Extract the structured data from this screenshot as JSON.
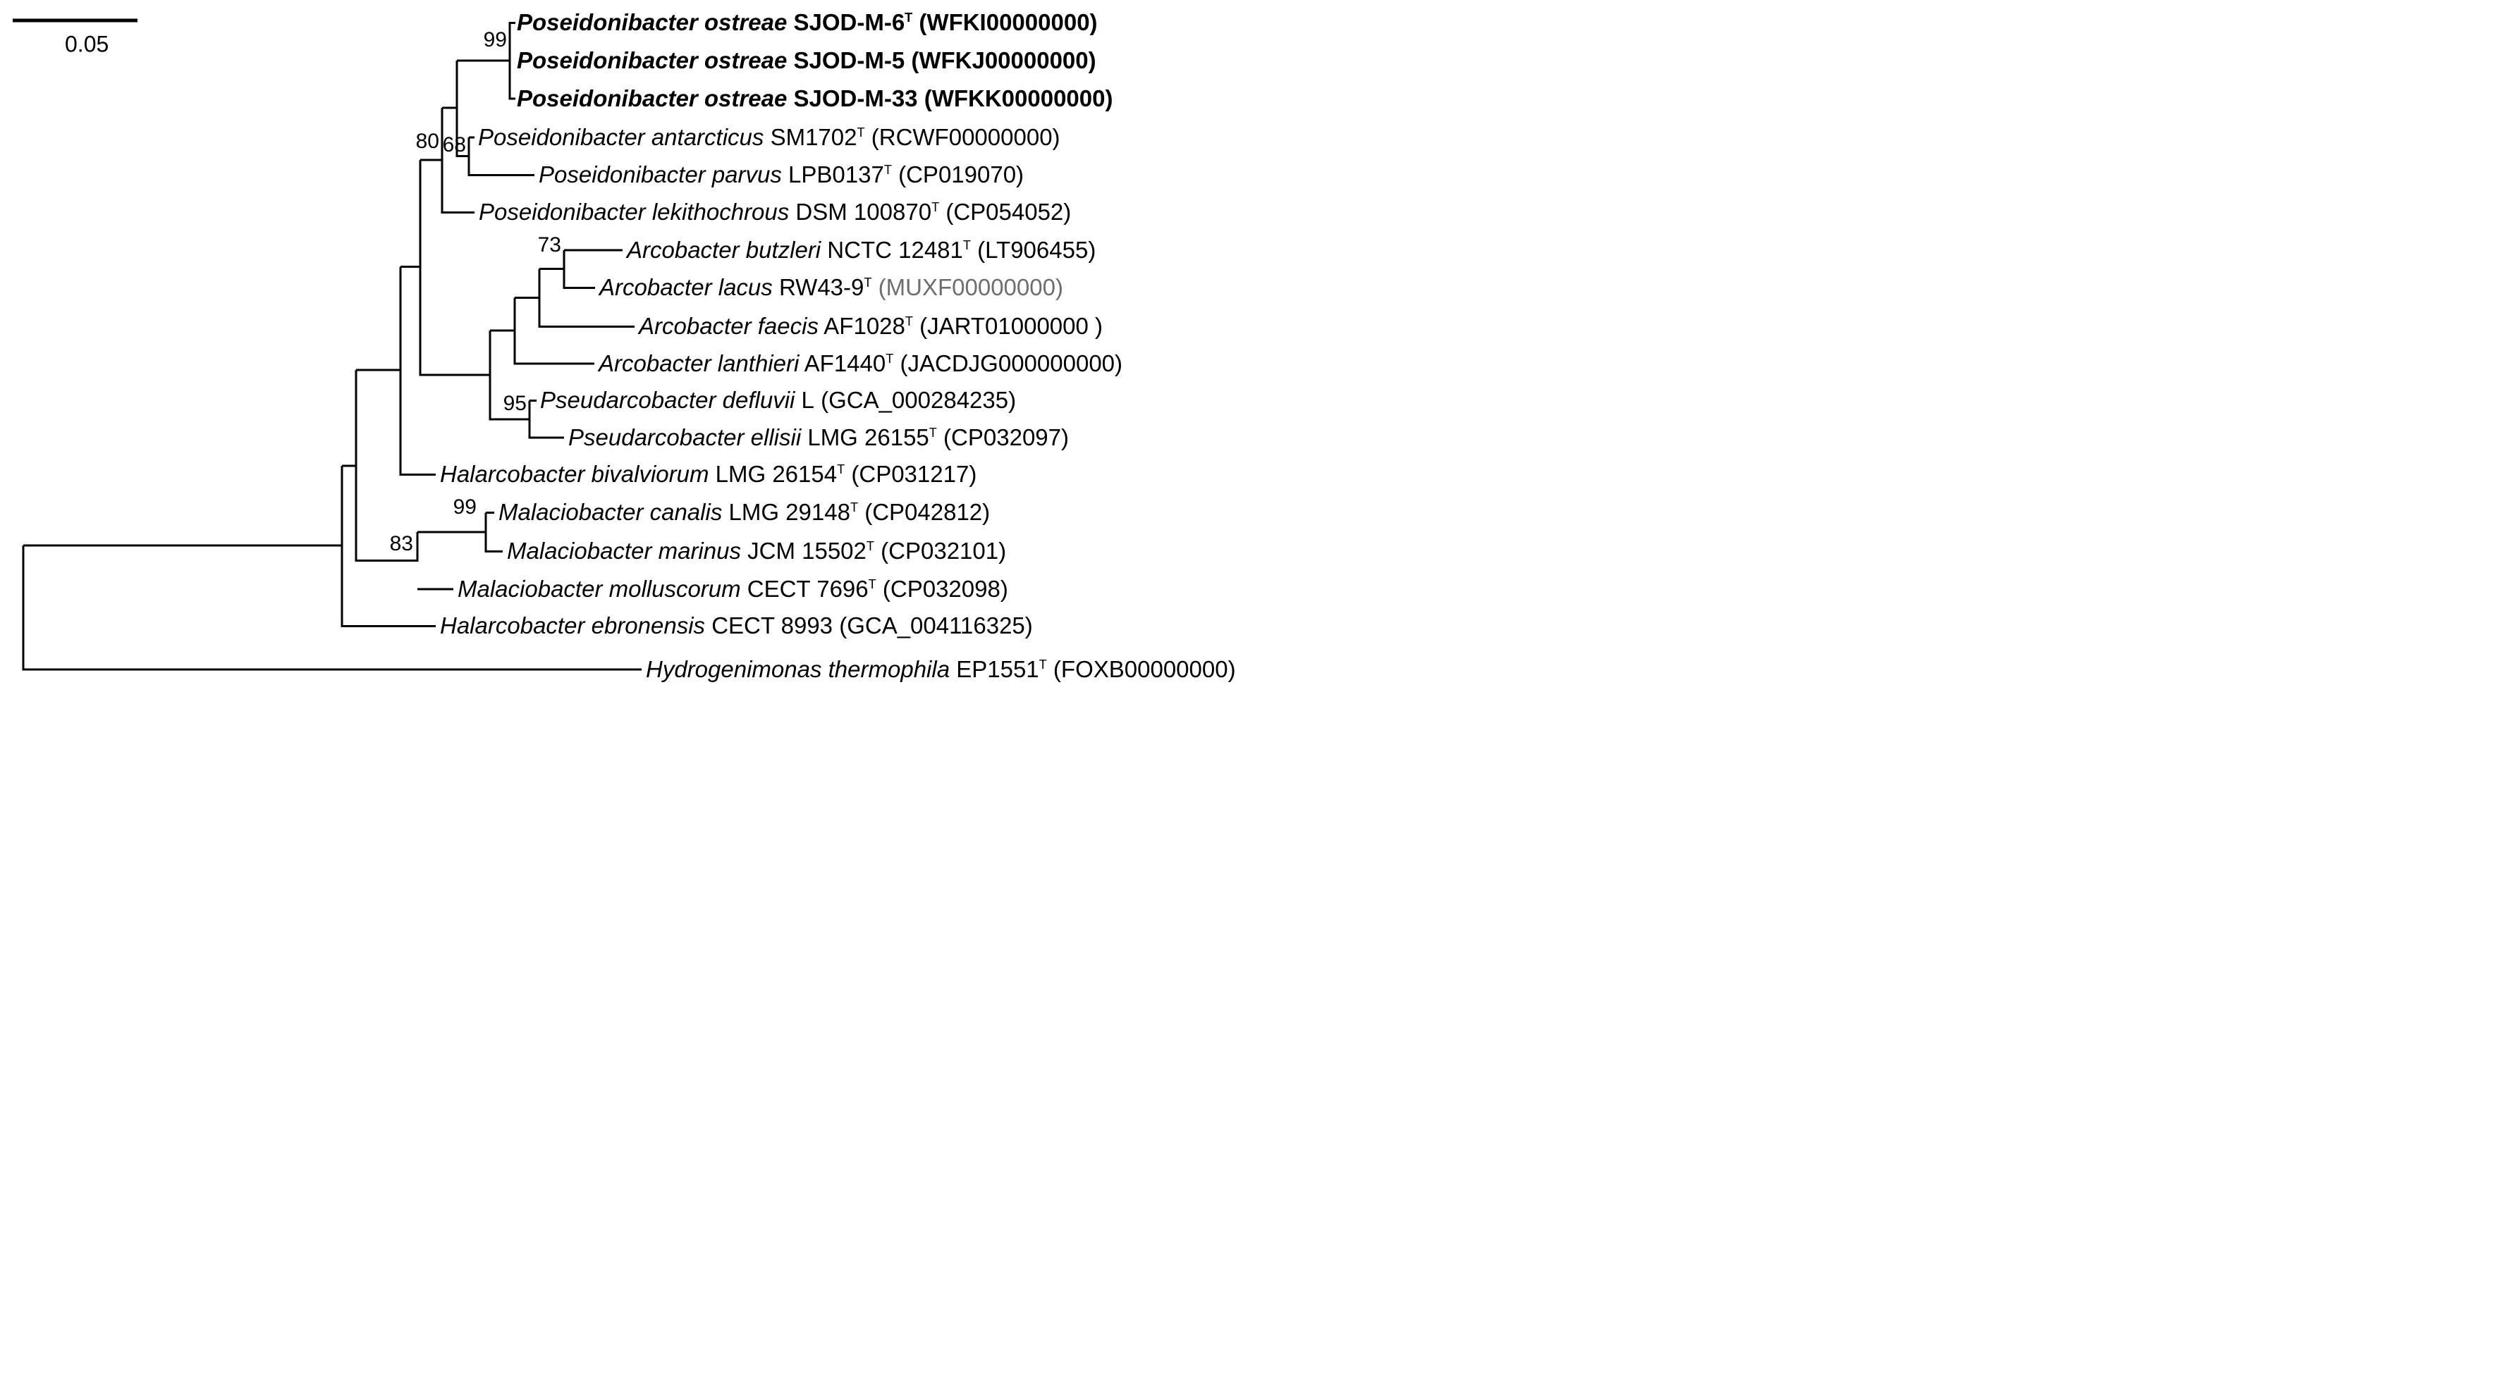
{
  "figure": {
    "kind": "phylogenetic tree (rectangular cladogram, rooted, bootstrap values at nodes)",
    "scale_bar_label": "0.05"
  },
  "colors": {
    "line": "#000000",
    "text": "#000000",
    "muted_accession": "#6e6e6e"
  },
  "bootstrap": {
    "ostreae_clade": "99",
    "poseidonibacter_clade": "80",
    "antarcticus_parvus": "68",
    "butzleri_lacus": "73",
    "pseudarcobacter_clade": "95",
    "canalis_marinus": "99",
    "malaciobacter_clade": "83"
  },
  "taxa": [
    {
      "species": "Poseidonibacter ostreae",
      "strain": " SJOD-M-6",
      "sup": "T",
      "tail": " (WFKI00000000)",
      "emphasis": "bold"
    },
    {
      "species": "Poseidonibacter ostreae",
      "strain": " SJOD-M-5",
      "sup": "",
      "tail": " (WFKJ00000000)",
      "emphasis": "bold"
    },
    {
      "species": "Poseidonibacter ostreae",
      "strain": " SJOD-M-33",
      "sup": "",
      "tail": " (WFKK00000000)",
      "emphasis": "bold"
    },
    {
      "species": "Poseidonibacter antarcticus",
      "strain": " SM1702",
      "sup": "T",
      "tail": " (RCWF00000000)",
      "emphasis": "normal"
    },
    {
      "species": "Poseidonibacter parvus",
      "strain": " LPB0137",
      "sup": "T",
      "tail": " (CP019070)",
      "emphasis": "normal"
    },
    {
      "species": "Poseidonibacter lekithochrous",
      "strain": " DSM 100870",
      "sup": "T",
      "tail": " (CP054052)",
      "emphasis": "normal"
    },
    {
      "species": "Arcobacter butzleri",
      "strain": " NCTC 12481",
      "sup": "T",
      "tail": " (LT906455)",
      "emphasis": "normal"
    },
    {
      "species": "Arcobacter lacus",
      "strain": " RW43-9",
      "sup": "T",
      "tail": "",
      "tail_muted": " (MUXF00000000)",
      "emphasis": "normal"
    },
    {
      "species": "Arcobacter faecis",
      "strain": " AF1028",
      "sup": "T",
      "tail": " (JART01000000 )",
      "emphasis": "normal"
    },
    {
      "species": "Arcobacter lanthieri",
      "strain": " AF1440",
      "sup": "T",
      "tail": " (JACDJG000000000)",
      "emphasis": "normal"
    },
    {
      "species": "Pseudarcobacter defluvii",
      "strain": " L",
      "sup": "",
      "tail": " (GCA_000284235)",
      "emphasis": "normal"
    },
    {
      "species": "Pseudarcobacter ellisii",
      "strain": " LMG 26155",
      "sup": "T",
      "tail": " (CP032097)",
      "emphasis": "normal"
    },
    {
      "species": "Halarcobacter bivalviorum",
      "strain": " LMG 26154",
      "sup": "T",
      "tail": " (CP031217)",
      "emphasis": "normal"
    },
    {
      "species": "Malaciobacter canalis",
      "strain": " LMG 29148",
      "sup": "T",
      "tail": " (CP042812)",
      "emphasis": "normal"
    },
    {
      "species": "Malaciobacter marinus",
      "strain": " JCM 15502",
      "sup": "T",
      "tail": " (CP032101)",
      "emphasis": "normal"
    },
    {
      "species": "Malaciobacter molluscorum",
      "strain": " CECT 7696",
      "sup": "T",
      "tail": " (CP032098)",
      "emphasis": "normal"
    },
    {
      "species": "Halarcobacter ebronensis",
      "strain": " CECT 8993",
      "sup": "",
      "tail": " (GCA_004116325)",
      "emphasis": "normal"
    },
    {
      "species": "Hydrogenimonas thermophila",
      "strain": " EP1551",
      "sup": "T",
      "tail": " (FOXB00000000)",
      "emphasis": "normal"
    }
  ]
}
